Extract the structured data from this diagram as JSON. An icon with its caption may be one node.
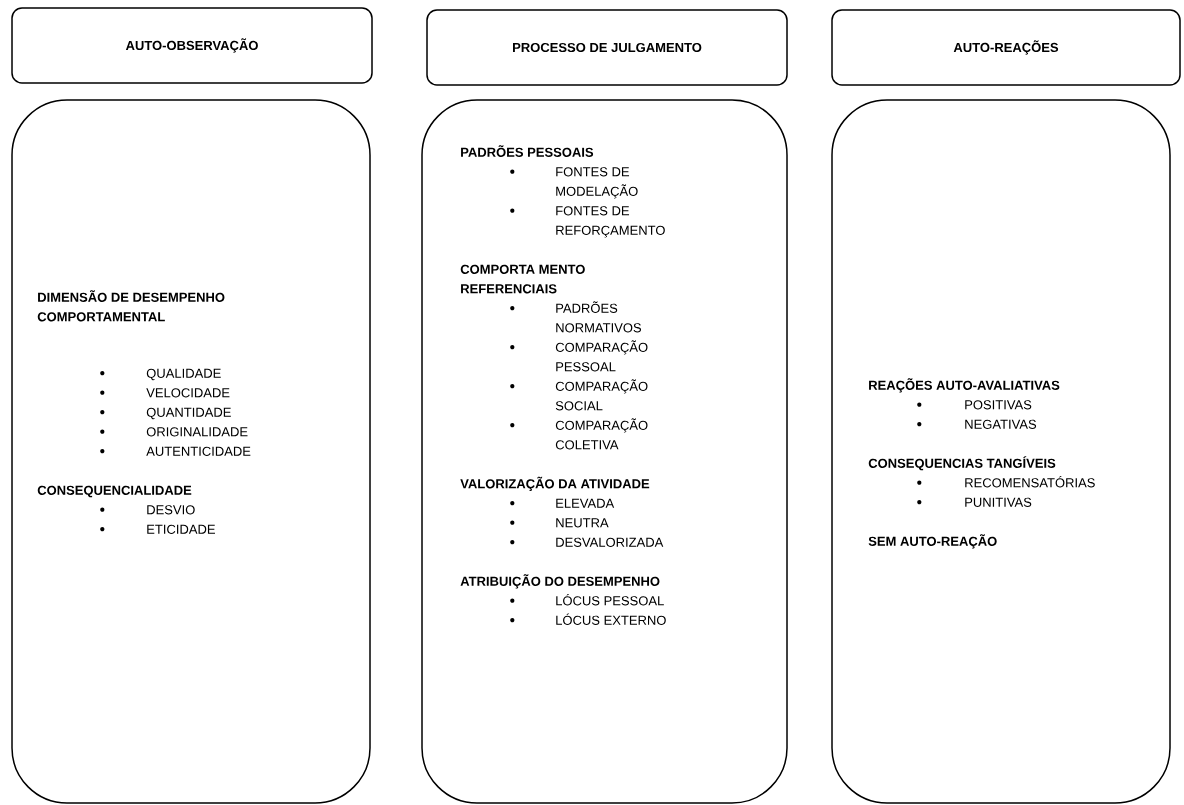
{
  "diagram": {
    "nodes": [
      {
        "text": [
          "AUTO-OBSERVAÇÃO"
        ]
      },
      {
        "text": [
          "PROCESSO DE JULGAMENTO"
        ]
      },
      {
        "text": [
          "AUTO-REAÇÕES"
        ]
      },
      {
        "text": [
          "DIMENSÃO DE DESEMPENHO COMPORTAMENTAL",
          "QUALIDADE",
          "VELOCIDADE",
          "QUANTIDADE",
          "ORIGINALIDADE",
          "AUTENTICIDADE",
          "CONSEQUENCIALIDADE",
          "DESVIO",
          "ETICIDADE"
        ]
      },
      {
        "text": [
          "PADRÕES PESSOAIS",
          "FONTES DE MODELAÇÃO",
          "FONTES DE REFORÇAMENTO",
          "COMPORTA MENTO REFERENCIAIS",
          "PADRÕES NORMATIVOS",
          "COMPARAÇÃO PESSOAL",
          "COMPARAÇÃO SOCIAL",
          "COMPARAÇÃO COLETIVA",
          "VALORIZAÇÃO DA ATIVIDADE",
          "ELEVADA",
          "NEUTRA",
          "DESVALORIZADA",
          "ATRIBUIÇÃO DO DESEMPENHO",
          "LÓCUS PESSOAL",
          "LÓCUS EXTERNO"
        ]
      },
      {
        "text": [
          "REAÇÕES AUTO-AVALIATIVAS",
          "POSITIVAS",
          "NEGATIVAS",
          "CONSEQUENCIAS TANGÍVEIS",
          "RECOMENSATÓRIAS",
          "PUNITIVAS",
          "SEM AUTO-REAÇÃO"
        ]
      }
    ]
  }
}
